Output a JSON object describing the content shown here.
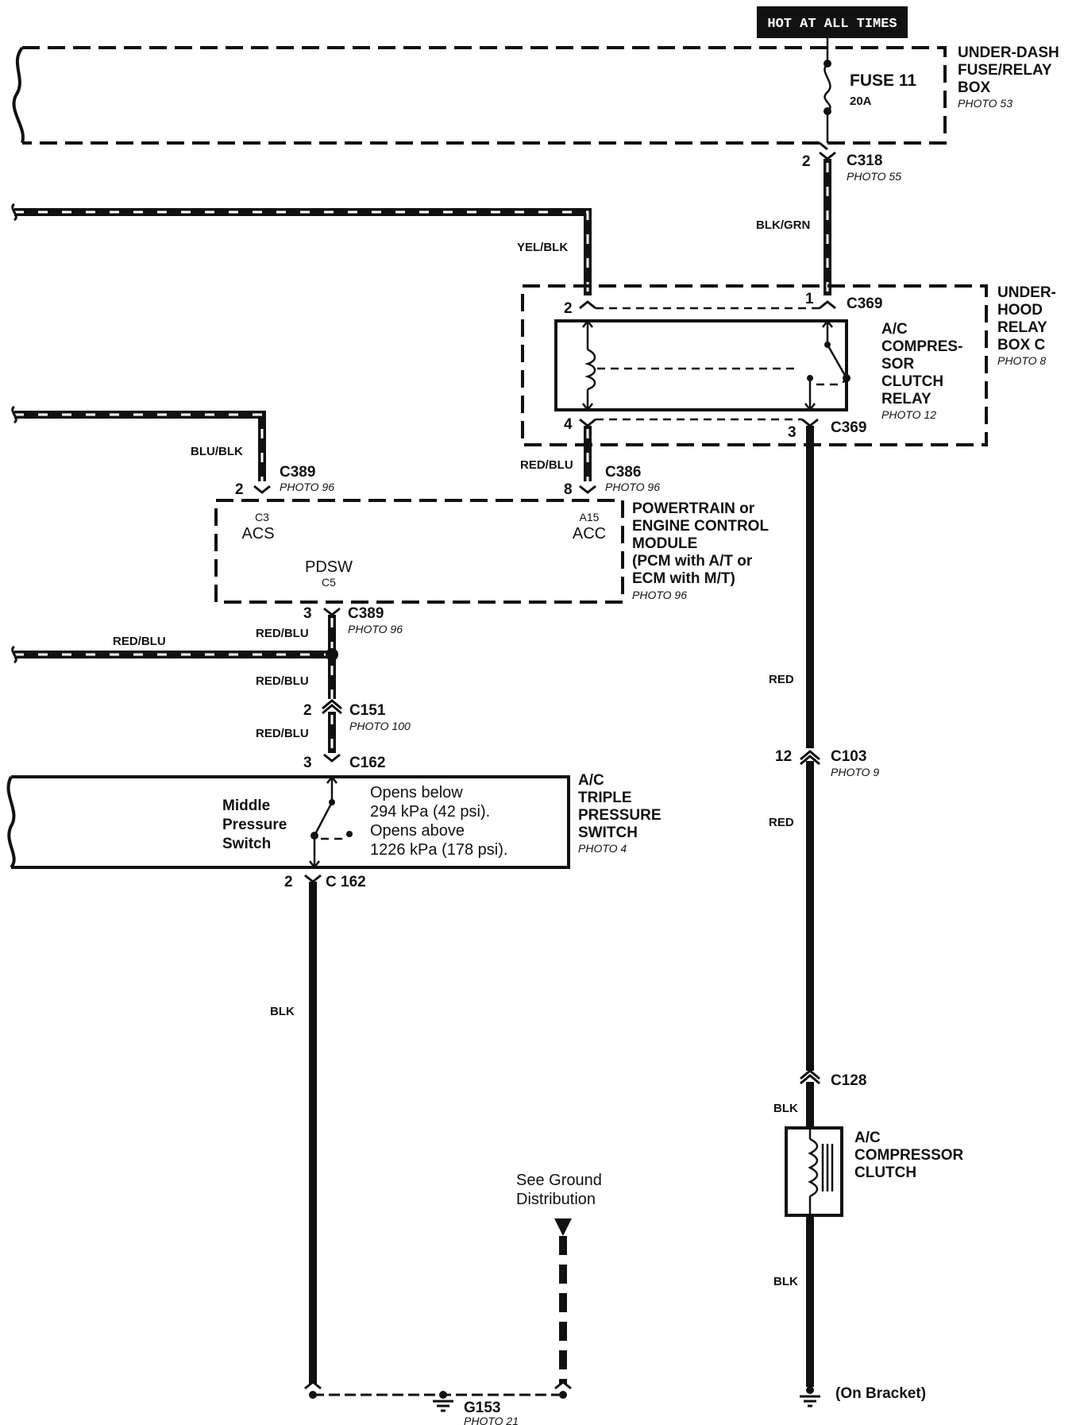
{
  "header": {
    "badge": "HOT AT ALL TIMES"
  },
  "fuse_box": {
    "title_line1": "UNDER-DASH",
    "title_line2": "FUSE/RELAY",
    "title_line3": "BOX",
    "photo": "PHOTO 53",
    "fuse_label": "FUSE 11",
    "fuse_rating": "20A"
  },
  "connectors": {
    "c318": {
      "name": "C318",
      "pin": "2",
      "photo": "PHOTO 55"
    },
    "c369_top": {
      "name": "C369",
      "pin_left": "2",
      "pin_right": "1"
    },
    "c369_bottom": {
      "name": "C369",
      "pin_left": "4",
      "pin_right": "3"
    },
    "c389_top": {
      "name": "C389",
      "pin": "2",
      "photo": "PHOTO 96"
    },
    "c386": {
      "name": "C386",
      "pin": "8",
      "photo": "PHOTO 96"
    },
    "c389_bottom": {
      "name": "C389",
      "pin": "3",
      "photo": "PHOTO 96"
    },
    "c151": {
      "name": "C151",
      "pin": "2",
      "photo": "PHOTO 100"
    },
    "c162_top": {
      "name": "C162",
      "pin": "3"
    },
    "c162_bottom": {
      "name": "C 162",
      "pin": "2"
    },
    "c103": {
      "name": "C103",
      "pin": "12",
      "photo": "PHOTO 9"
    },
    "c128": {
      "name": "C128"
    }
  },
  "wires": {
    "blk_grn": "BLK/GRN",
    "yel_blk": "YEL/BLK",
    "blu_blk": "BLU/BLK",
    "red_blu_relay": "RED/BLU",
    "red_blu_left": "RED/BLU",
    "red_blu_1": "RED/BLU",
    "red_blu_2": "RED/BLU",
    "red_blu_3": "RED/BLU",
    "red_1": "RED",
    "red_2": "RED",
    "blk_left": "BLK",
    "blk_clutch_top": "BLK",
    "blk_clutch_bottom": "BLK"
  },
  "relay_box": {
    "title_line1": "UNDER-",
    "title_line2": "HOOD",
    "title_line3": "RELAY",
    "title_line4": "BOX C",
    "photo": "PHOTO 8",
    "relay_line1": "A/C",
    "relay_line2": "COMPRES-",
    "relay_line3": "SOR",
    "relay_line4": "CLUTCH",
    "relay_line5": "RELAY",
    "relay_photo": "PHOTO 12"
  },
  "pcm": {
    "title_line1": "POWERTRAIN or",
    "title_line2": "ENGINE CONTROL",
    "title_line3": "MODULE",
    "title_line4": "(PCM with A/T or",
    "title_line5": "ECM with M/T)",
    "photo": "PHOTO 96",
    "acs_pin": "C3",
    "acs_label": "ACS",
    "acc_pin": "A15",
    "acc_label": "ACC",
    "pdsw_label": "PDSW",
    "pdsw_pin": "C5"
  },
  "pressure_switch": {
    "title_line1": "A/C",
    "title_line2": "TRIPLE",
    "title_line3": "PRESSURE",
    "title_line4": "SWITCH",
    "photo": "PHOTO 4",
    "switch_line1": "Middle",
    "switch_line2": "Pressure",
    "switch_line3": "Switch",
    "note_line1": "Opens below",
    "note_line2": "294 kPa (42 psi).",
    "note_line3": "Opens above",
    "note_line4": "1226 kPa (178 psi)."
  },
  "clutch": {
    "title_line1": "A/C",
    "title_line2": "COMPRESSOR",
    "title_line3": "CLUTCH"
  },
  "ground": {
    "see_line1": "See Ground",
    "see_line2": "Distribution",
    "g153": "G153",
    "g153_photo": "PHOTO 21",
    "bracket": "(On Bracket)"
  }
}
